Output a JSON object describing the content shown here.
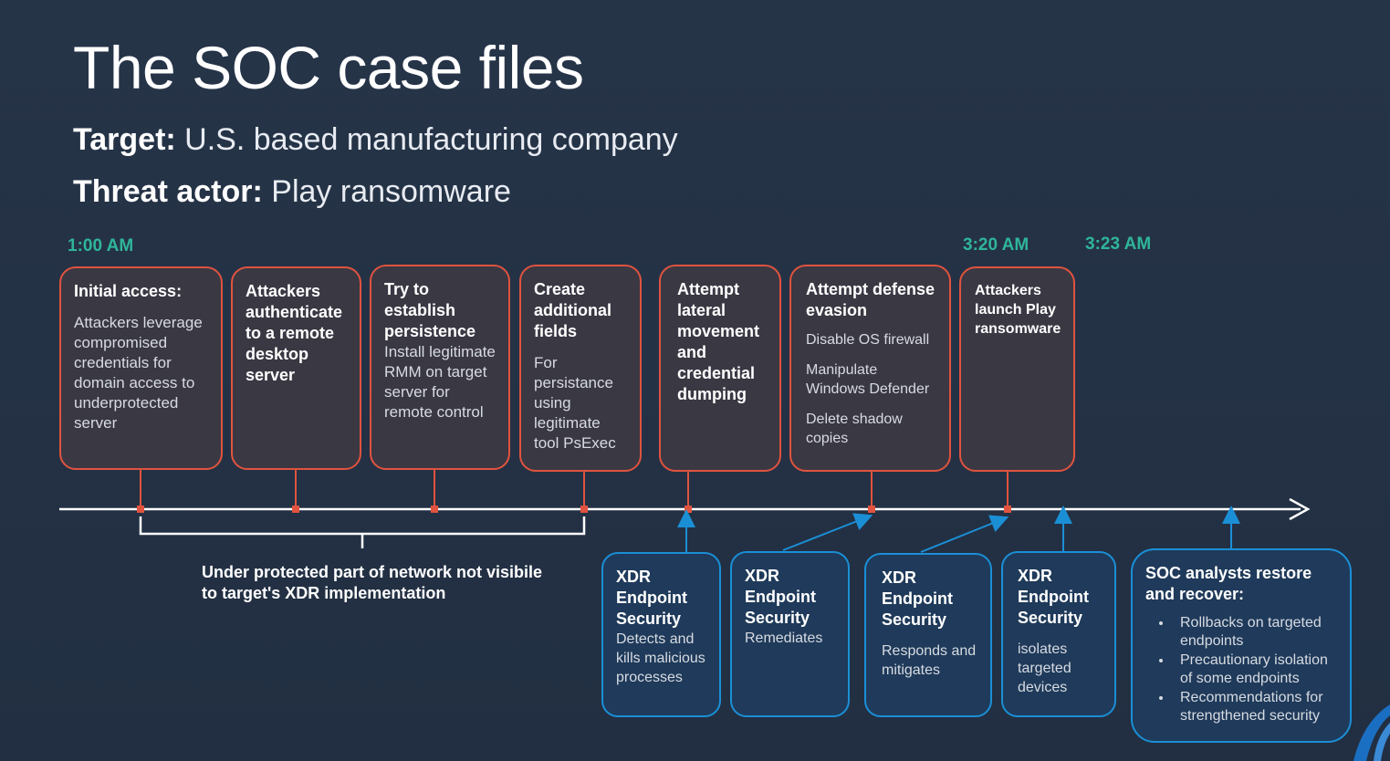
{
  "slide": {
    "title": "The SOC case files",
    "target_label": "Target:",
    "target_value": "U.S. based manufacturing company",
    "actor_label": "Threat actor:",
    "actor_value": "Play ransomware"
  },
  "times": {
    "start": "1:00 AM",
    "t1": "3:20 AM",
    "t2": "3:23 AM"
  },
  "attack_steps": [
    {
      "heading": "Initial access:",
      "body": "Attackers leverage compromised credentials for domain access to underprotected server"
    },
    {
      "heading": "Attackers authenticate to a remote desktop server"
    },
    {
      "heading": "Try to establish persistence",
      "body": "Install legitimate RMM on target server for remote control"
    },
    {
      "heading": "Create additional fields",
      "body": "For persistance using legitimate tool PsExec"
    },
    {
      "heading": "Attempt lateral movement and credential dumping"
    },
    {
      "heading": "Attempt defense evasion",
      "items": [
        "Disable OS firewall",
        "Manipulate Windows Defender",
        "Delete shadow copies"
      ]
    },
    {
      "heading": "Attackers launch Play ransomware"
    }
  ],
  "bracket_note": "Under protected part of network not visibile to target's XDR implementation",
  "xdr_responses": [
    {
      "heading": "XDR Endpoint Security",
      "body": "Detects and kills malicious processes"
    },
    {
      "heading": "XDR Endpoint Security",
      "body": "Remediates"
    },
    {
      "heading": "XDR Endpoint Security",
      "body": "Responds and mitigates"
    },
    {
      "heading": "XDR Endpoint Security",
      "body": "isolates targeted devices"
    }
  ],
  "soc_recovery": {
    "heading": "SOC analysts restore and recover:",
    "items": [
      "Rollbacks on targeted endpoints",
      "Precautionary isolation of some endpoints",
      "Recommendations for strengthened security"
    ]
  },
  "colors": {
    "background": "#243145",
    "attack": "#e0533f",
    "defense": "#1b8fd6",
    "time": "#2fb59a"
  }
}
